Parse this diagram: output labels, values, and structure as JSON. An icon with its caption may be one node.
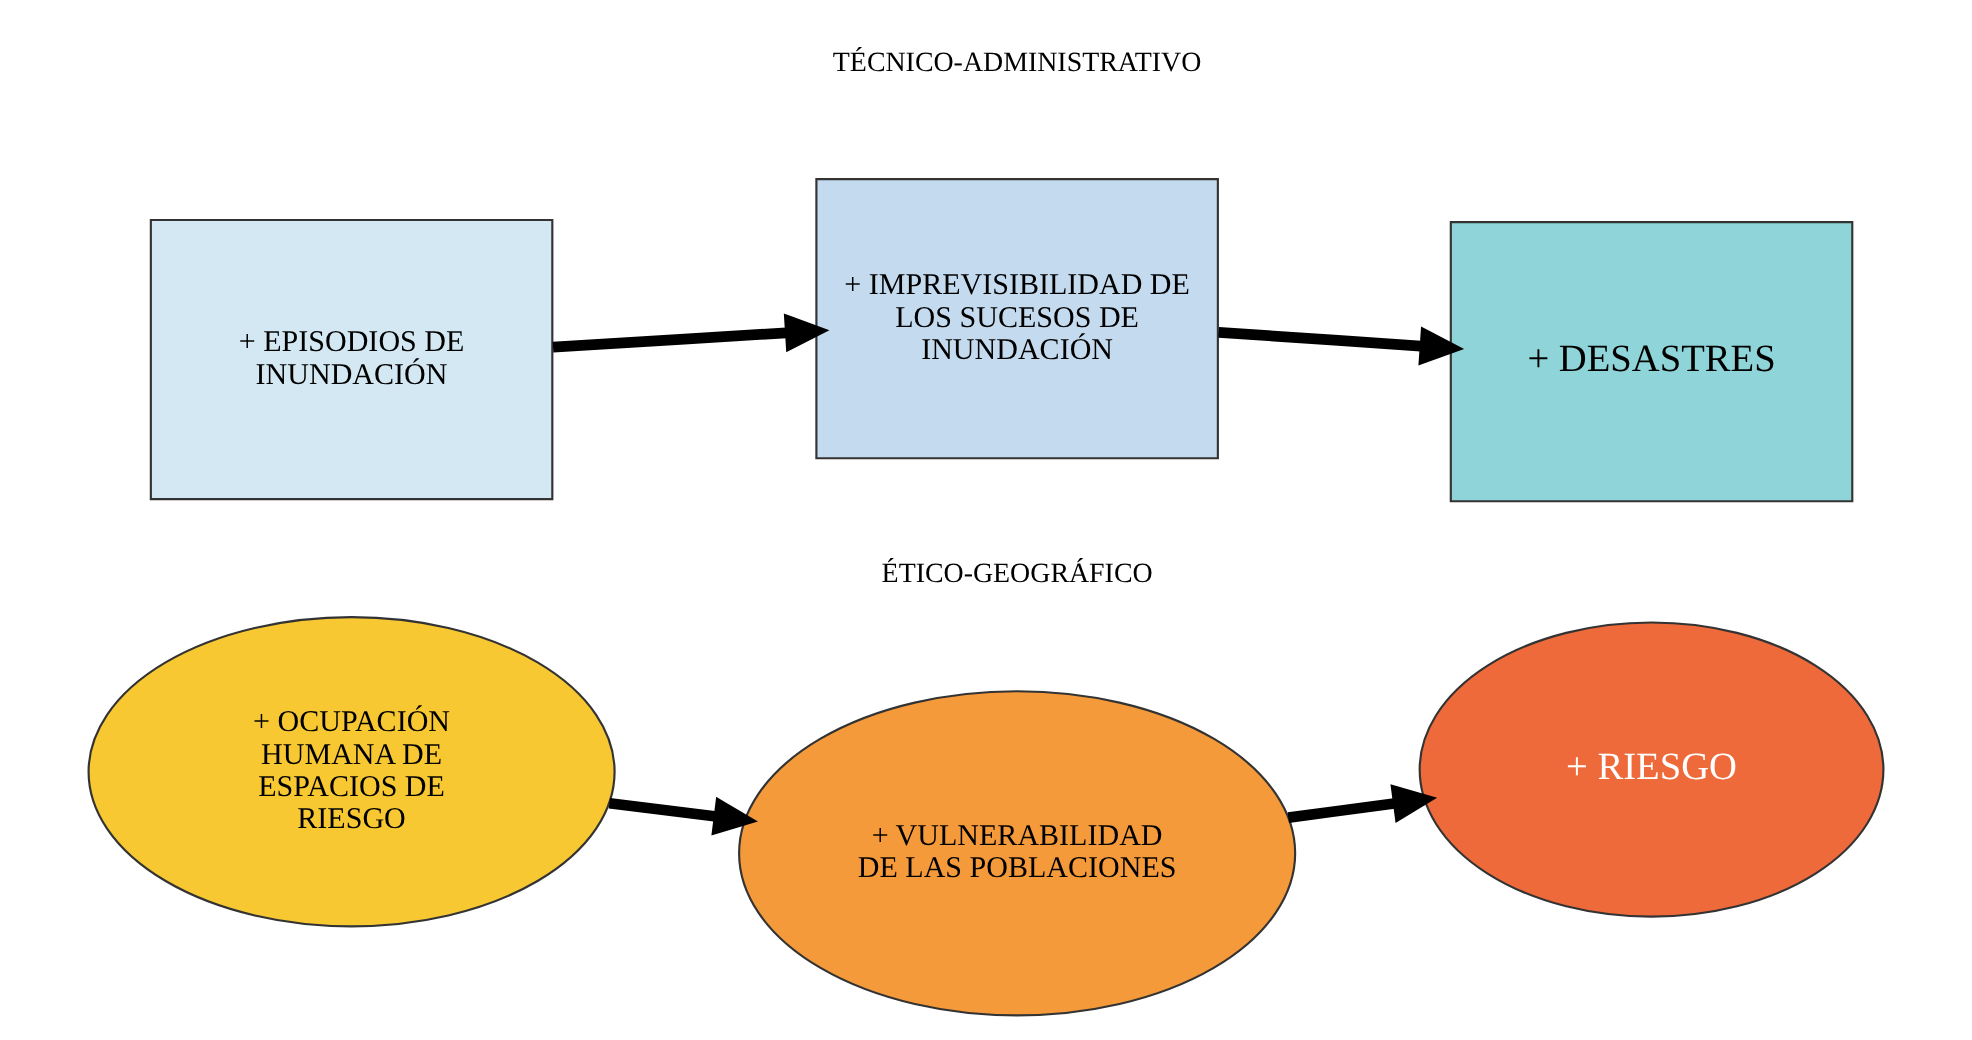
{
  "diagram": {
    "nodes": [
      {
        "text": [
          "+ EPISODIOS DE INUNDACIÓN"
        ]
      },
      {
        "text": [
          "+ IMPREVISIBILIDAD DE LOS SUCESOS DE INUNDACIÓN"
        ]
      },
      {
        "text": [
          "+ DESASTRES"
        ]
      },
      {
        "text": [
          "+ OCUPACIÓN HUMANA DE ESPACIOS DE RIESGO"
        ]
      },
      {
        "text": [
          "+ VULNERABILIDAD DE LAS POBLACIONES"
        ]
      },
      {
        "text": [
          "+ RIESGO"
        ]
      }
    ],
    "edges": [
      {
        "from": 0,
        "to": 1,
        "arrow": "to"
      },
      {
        "from": 1,
        "to": 2,
        "arrow": "to"
      },
      {
        "from": 3,
        "to": 4,
        "arrow": "to"
      },
      {
        "from": 4,
        "to": 5,
        "arrow": "to"
      }
    ],
    "labels": [
      "TÉCNICO-ADMINISTRATIVO",
      "ÉTICO-GEOGRÁFICO"
    ]
  }
}
